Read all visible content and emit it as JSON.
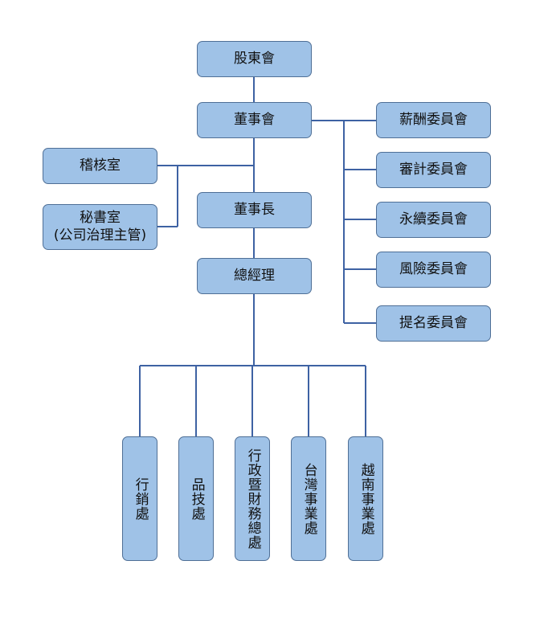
{
  "nodes": {
    "shareholders": "股東會",
    "board": "董事會",
    "chairman": "董事長",
    "president": "總經理",
    "audit_office": "稽核室",
    "secretariat": "秘書室\n(公司治理主管)",
    "committees": [
      "薪酬委員會",
      "審計委員會",
      "永續委員會",
      "風險委員會",
      "提名委員會"
    ],
    "divisions": [
      "行銷處",
      "品技處",
      "行政暨財務總處",
      "台灣事業處",
      "越南事業處"
    ]
  },
  "colors": {
    "box_fill": "#9fc2e7",
    "box_border": "#4f6f96",
    "connector": "#3e62a3"
  }
}
